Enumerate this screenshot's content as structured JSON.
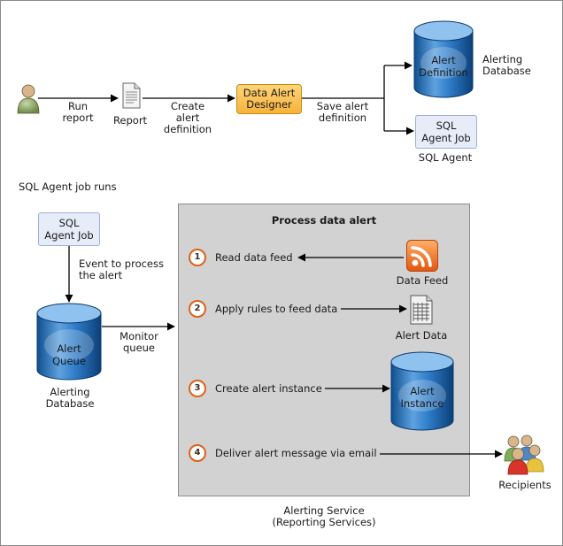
{
  "top": {
    "run_report": "Run\nreport",
    "report": "Report",
    "create_alert_definition": "Create\nalert\ndefinition",
    "data_alert_designer": "Data Alert\nDesigner",
    "save_alert_definition": "Save alert\ndefinition",
    "alert_definition_db": "Alert\nDefinition",
    "alerting_database": "Alerting\nDatabase",
    "sql_agent_job": "SQL\nAgent Job",
    "sql_agent": "SQL Agent"
  },
  "left": {
    "sql_agent_job_runs": "SQL Agent job runs",
    "sql_agent_job": "SQL\nAgent Job",
    "event_to_process": "Event to process\nthe alert",
    "alert_queue": "Alert\nQueue",
    "alerting_database": "Alerting\nDatabase",
    "monitor_queue": "Monitor\nqueue"
  },
  "panel": {
    "title": "Process data alert",
    "steps": [
      {
        "number": "1",
        "label": "Read data feed"
      },
      {
        "number": "2",
        "label": "Apply rules to feed data"
      },
      {
        "number": "3",
        "label": "Create alert instance"
      },
      {
        "number": "4",
        "label": "Deliver alert message via email"
      }
    ],
    "data_feed": "Data Feed",
    "alert_data": "Alert Data",
    "alert_instance": "Alert\nInstance"
  },
  "recipients": "Recipients",
  "footer": "Alerting Service\n(Reporting Services)",
  "colors": {
    "cylinder": "#1e6fb8",
    "step_ring": "#e0621a",
    "designer_fill": "#f6b23a",
    "panel_fill": "#d2d2d2",
    "sql_box_fill": "#e6ecf8"
  },
  "icons": {
    "user": "person-icon",
    "report": "document-icon",
    "feed": "rss-feed-icon",
    "alert_data": "data-grid-icon",
    "recipients": "people-group-icon"
  }
}
